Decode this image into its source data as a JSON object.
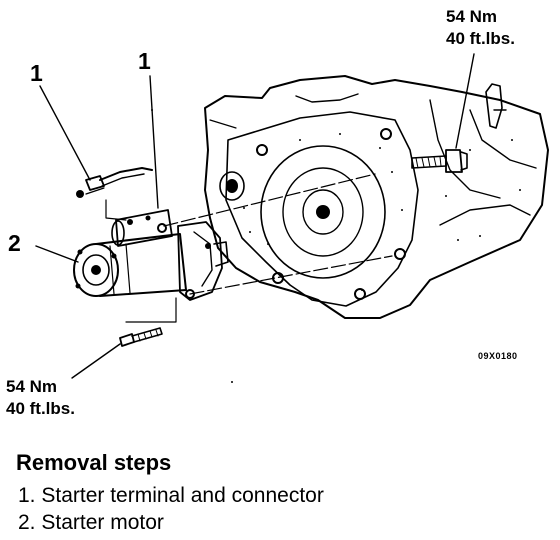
{
  "callouts": {
    "terminal_bolt_num": "1",
    "terminal_wire_num": "1",
    "motor_num": "2"
  },
  "torque_top": {
    "nm": "54 Nm",
    "ftlbs": "40 ft.lbs."
  },
  "torque_bottom": {
    "nm": "54 Nm",
    "ftlbs": "40 ft.lbs."
  },
  "figure_code": "09X0180",
  "removal": {
    "heading": "Removal steps",
    "steps": [
      "1. Starter terminal and connector",
      "2. Starter motor"
    ]
  }
}
